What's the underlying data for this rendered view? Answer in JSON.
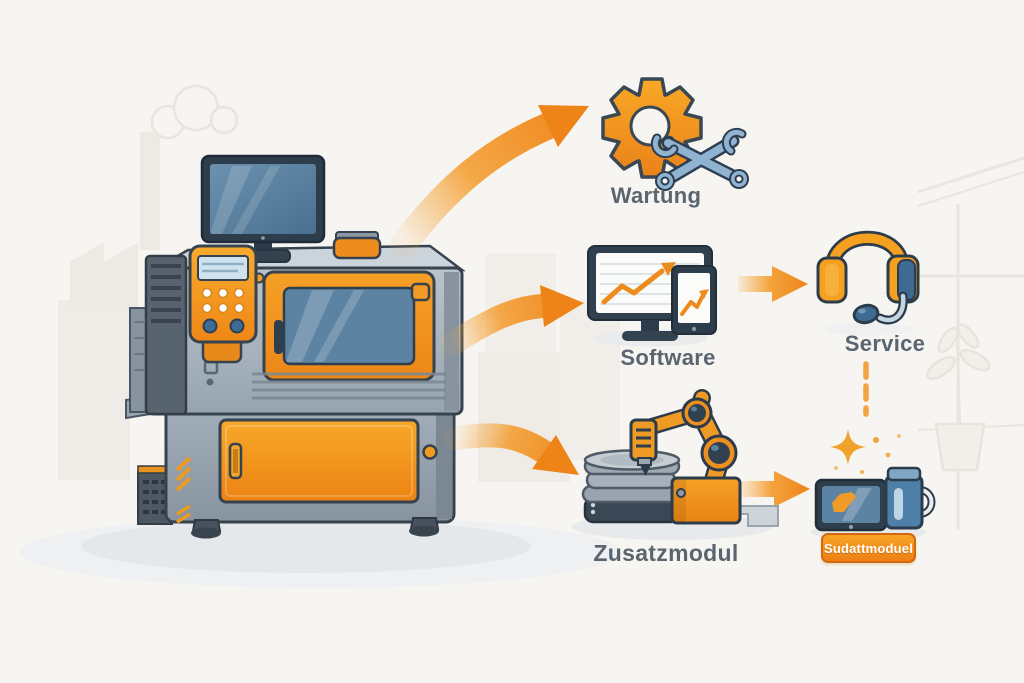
{
  "diagram": {
    "description": "industrial machine illustration with three service branches",
    "nodes": [
      {
        "id": "machine",
        "label": "",
        "icon": "industrial-machine"
      },
      {
        "id": "wartung",
        "label": "Wartung",
        "icon": "gear-wrench-icon"
      },
      {
        "id": "software",
        "label": "Software",
        "icon": "monitor-tablet-chart-icon"
      },
      {
        "id": "service",
        "label": "Service",
        "icon": "headset-icon"
      },
      {
        "id": "zusatzmodul",
        "label": "Zusatzmodul",
        "icon": "robot-arm-disc-stack-icon"
      },
      {
        "id": "modul-badge",
        "label": "Sudattmoduel",
        "icon": "tablet-mug-icon"
      }
    ],
    "connections": [
      {
        "from": "machine",
        "to": "wartung",
        "style": "curved-orange-arrow"
      },
      {
        "from": "machine",
        "to": "software",
        "style": "curved-orange-arrow"
      },
      {
        "from": "machine",
        "to": "zusatzmodul",
        "style": "curved-orange-arrow"
      },
      {
        "from": "software",
        "to": "service",
        "style": "straight-orange-arrow"
      },
      {
        "from": "zusatzmodul",
        "to": "modul-badge",
        "style": "straight-orange-arrow"
      },
      {
        "from": "service",
        "to": "modul-badge",
        "style": "dashed-orange-line"
      }
    ],
    "colors": {
      "background": "#f7f5f1",
      "accent_orange": "#f4911e",
      "outline_navy": "#36424e",
      "steel_blue": "#5d83a3",
      "machine_gray": "#9aa7b3",
      "label_gray": "#5a6570",
      "badge_text": "#ffffff"
    }
  }
}
